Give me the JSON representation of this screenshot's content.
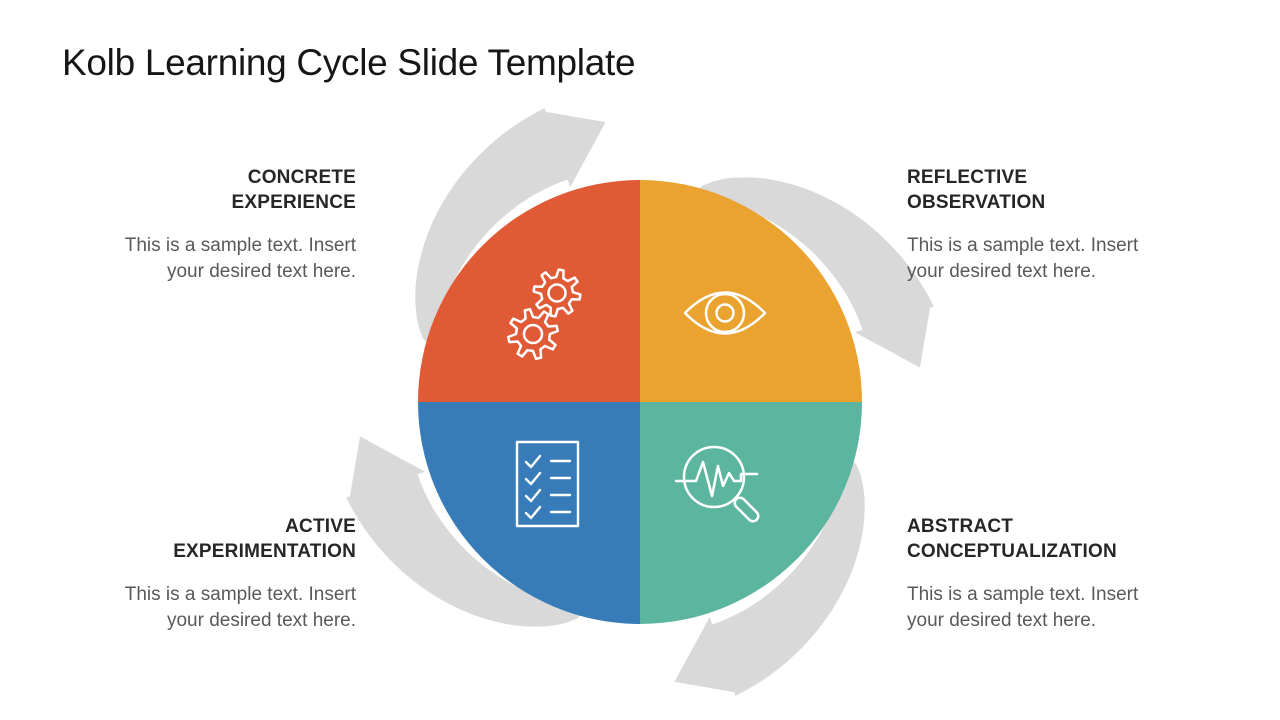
{
  "slide": {
    "title": "Kolb Learning Cycle Slide Template"
  },
  "stages": [
    {
      "id": "concrete-experience",
      "title_lines": [
        "CONCRETE",
        "EXPERIENCE"
      ],
      "body_lines": [
        "This is a sample text. Insert",
        "your desired text here."
      ],
      "color": "#E05A36",
      "icon": "gears-icon",
      "position": "top-left"
    },
    {
      "id": "reflective-observation",
      "title_lines": [
        "REFLECTIVE",
        "OBSERVATION"
      ],
      "body_lines": [
        "This is a sample text. Insert",
        "your desired text here."
      ],
      "color": "#EAA32F",
      "icon": "eye-icon",
      "position": "top-right"
    },
    {
      "id": "active-experimentation",
      "title_lines": [
        "ACTIVE",
        "EXPERIMENTATION"
      ],
      "body_lines": [
        "This is a sample text. Insert",
        "your desired text here."
      ],
      "color": "#377CB8",
      "icon": "checklist-icon",
      "position": "bottom-left"
    },
    {
      "id": "abstract-conceptualization",
      "title_lines": [
        "ABSTRACT",
        "CONCEPTUALIZATION"
      ],
      "body_lines": [
        "This is a sample text. Insert",
        "your desired text here."
      ],
      "color": "#5CB59F",
      "icon": "magnifier-pulse-icon",
      "position": "bottom-right"
    }
  ],
  "diagram": {
    "arrow_color": "#D9D9D9",
    "icon_stroke": "#FFFFFF"
  }
}
